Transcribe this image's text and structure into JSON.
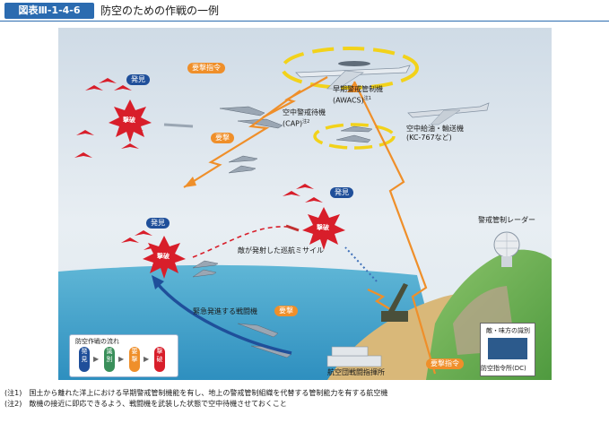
{
  "header": {
    "figure_number": "図表Ⅲ-1-4-6",
    "title": "防空のための作戦の一例"
  },
  "labels": {
    "awacs_name": "早期警戒管制機",
    "awacs_abbr": "(AWACS)",
    "awacs_note": "注1",
    "cap_name": "空中警戒待機",
    "cap_abbr": "(CAP)",
    "cap_note": "注2",
    "tanker_name": "空中給油・輸送機",
    "tanker_abbr": "(KC-767など)",
    "radar": "警戒管制レーダー",
    "missile": "敵が発射した巡航ミサイル",
    "scramble": "緊急発進する戦闘機",
    "command_center": "航空団戦闘指揮所",
    "dc_id": "敵・味方の識別",
    "dc": "防空指令所(DC)"
  },
  "pills": {
    "attack_order_top": "要撃指令",
    "intercept_left": "要撃",
    "intercept_bottom": "要撃",
    "attack_order_bottom": "要撃指令"
  },
  "events": {
    "detect_1": "発見",
    "destroy_1": "撃破",
    "detect_2": "発見",
    "destroy_2": "撃破",
    "detect_3": "発見",
    "destroy_3": "撃破"
  },
  "flow": {
    "title": "防空作戦の流れ",
    "steps": [
      "発見",
      "識別",
      "要撃",
      "撃破"
    ],
    "colors": [
      "#1f4f9a",
      "#3a8f5a",
      "#ef8f2a",
      "#d81e2a"
    ]
  },
  "notes": [
    "(注1)　国土から離れた洋上における早期警戒管制機能を有し、地上の警戒管制組織を代替する管制能力を有する航空機",
    "(注2)　敵機の接近に即応できるよう、戦闘機を武装した状態で空中待機させておくこと"
  ],
  "colors": {
    "header_blue": "#2b6bb0",
    "order_orange": "#ef8f2a",
    "intercept_blue": "#1f4f9a",
    "enemy_red": "#d81e2a",
    "orbit_yellow": "#f2d21a"
  }
}
